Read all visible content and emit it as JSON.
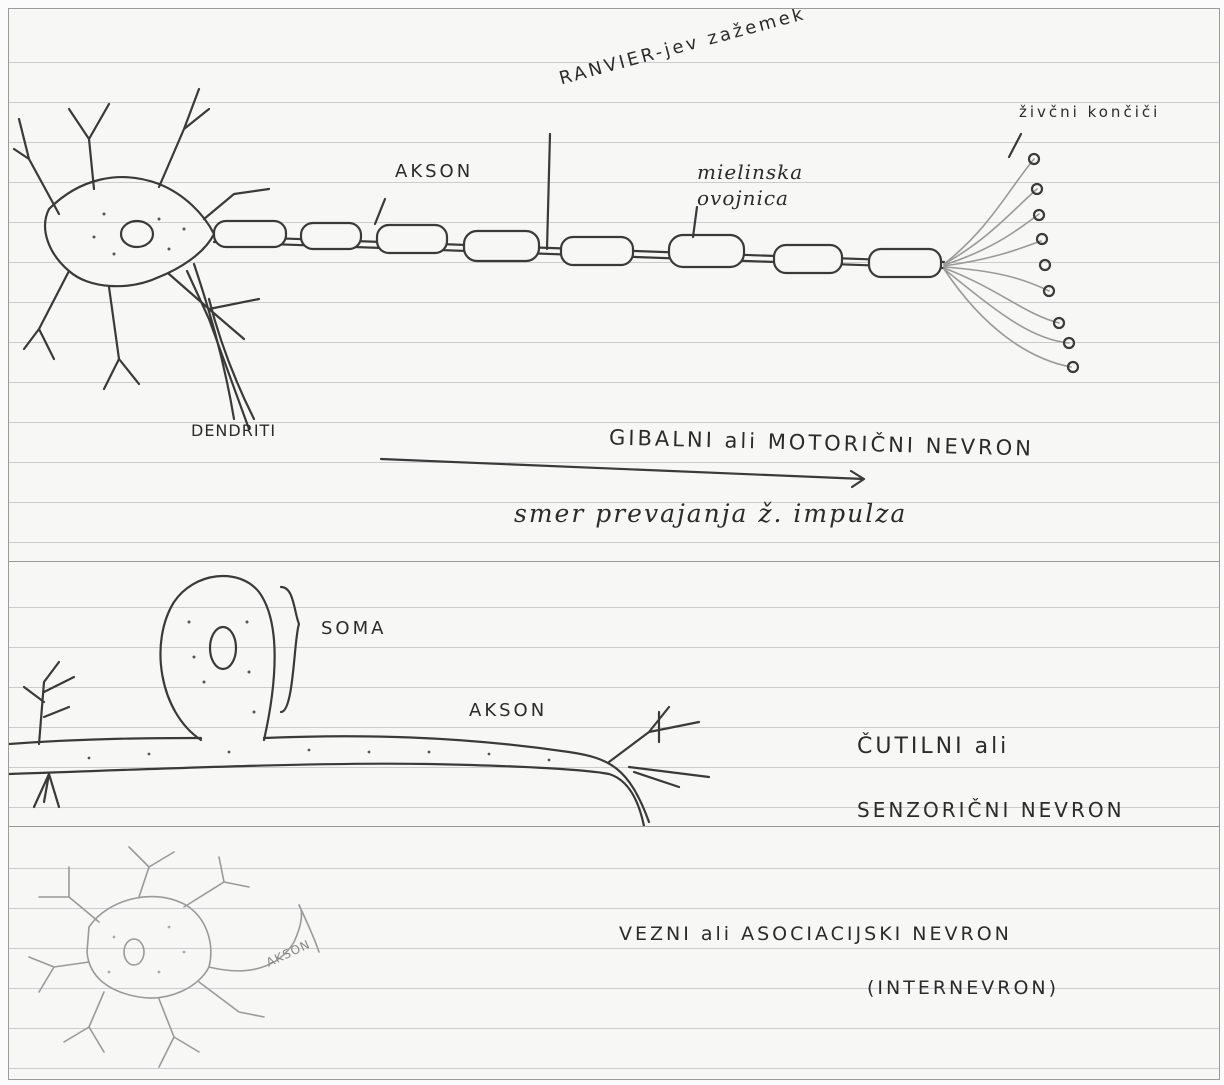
{
  "panel_motor": {
    "labels": {
      "ranvier": "RANVIER-jev zažemek",
      "akson": "AKSON",
      "mielinska": "mielinska ovojnica",
      "zivcni": "živčni končiči",
      "dendriti": "DENDRITI",
      "title": "GIBALNI ali MOTORIČNI NEVRON",
      "direction": "smer prevajanja ž. impulza"
    }
  },
  "panel_sensory": {
    "labels": {
      "soma": "SOMA",
      "akson": "AKSON",
      "title_line1": "ČUTILNI ali",
      "title_line2": "SENZORIČNI NEVRON"
    }
  },
  "panel_inter": {
    "labels": {
      "akson": "AKSON",
      "title_line1": "VEZNI ali ASOCIACIJSKI NEVRON",
      "title_line2": "(INTERNEVRON)"
    }
  }
}
